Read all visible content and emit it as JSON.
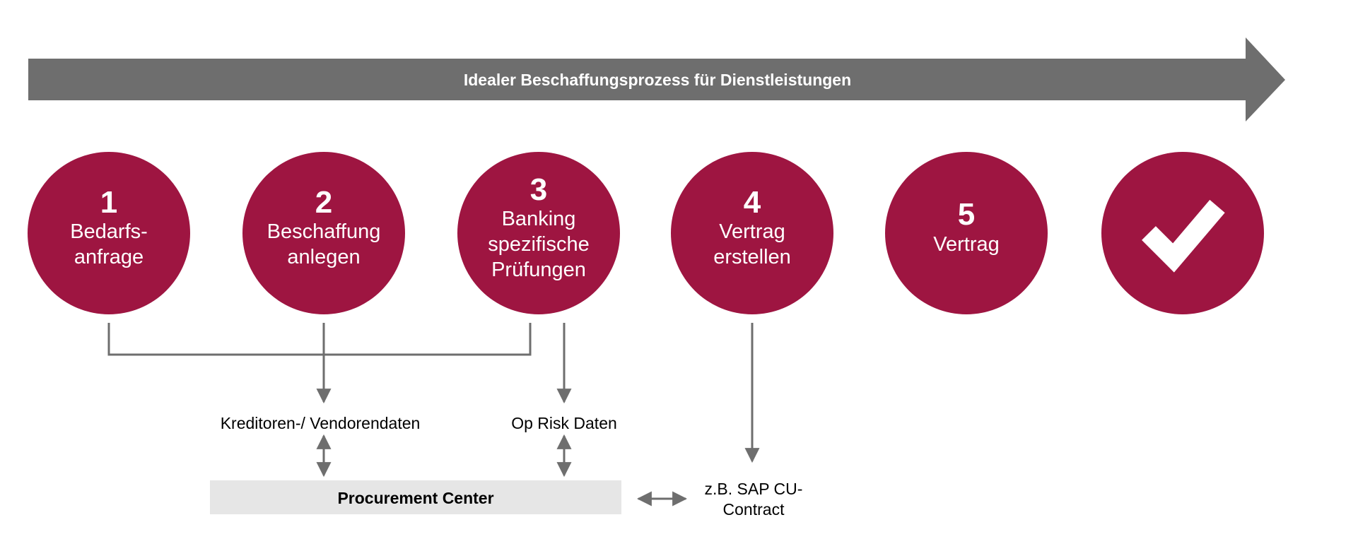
{
  "process_banner": {
    "label": "Idealer Beschaffungsprozess für Dienstleistungen"
  },
  "steps": [
    {
      "number": "1",
      "label_lines": [
        "Bedarfs-",
        "anfrage"
      ]
    },
    {
      "number": "2",
      "label_lines": [
        "Beschaffung",
        "anlegen"
      ]
    },
    {
      "number": "3",
      "label_lines": [
        "Banking",
        "spezifische",
        "Prüfungen"
      ]
    },
    {
      "number": "4",
      "label_lines": [
        "Vertrag",
        "erstellen"
      ]
    },
    {
      "number": "5",
      "label_lines": [
        "Vertrag"
      ]
    }
  ],
  "completion_icon": "checkmark-icon",
  "data_sources": {
    "vendor_data": "Kreditoren-/ Vendorendaten",
    "op_risk_data": "Op Risk Daten",
    "procurement_center": "Procurement Center",
    "contract_system_lines": [
      "z.B. SAP CU-",
      "Contract"
    ]
  },
  "colors": {
    "step_circle": "#9e1541",
    "banner_arrow": "#6e6e6e",
    "connector": "#6e6e6e",
    "procurement_box": "#e6e6e6"
  }
}
